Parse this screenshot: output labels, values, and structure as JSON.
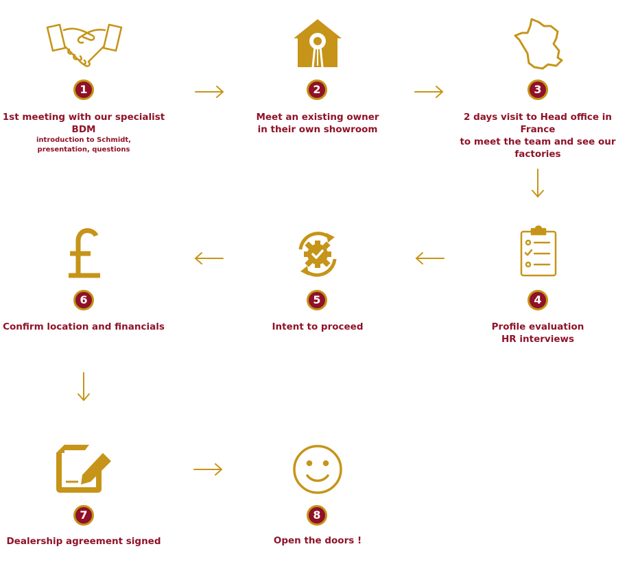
{
  "colors": {
    "gold": "#c69418",
    "maroon": "#8f1228"
  },
  "steps": [
    {
      "number": "1",
      "icon": "handshake-icon",
      "title": "1st meeting with our specialist BDM",
      "subtitle_lines": [
        "introduction to Schmidt,",
        "presentation, questions"
      ]
    },
    {
      "number": "2",
      "icon": "showroom-house-icon",
      "title_lines": [
        "Meet an existing owner",
        "in their own showroom"
      ]
    },
    {
      "number": "3",
      "icon": "france-map-icon",
      "title_lines": [
        "2 days visit to Head office in France",
        "to meet the team and see our",
        "factories"
      ]
    },
    {
      "number": "4",
      "icon": "clipboard-checklist-icon",
      "title_lines": [
        "Profile evaluation",
        "HR interviews"
      ]
    },
    {
      "number": "5",
      "icon": "gear-check-cycle-icon",
      "title": "Intent to proceed"
    },
    {
      "number": "6",
      "icon": "pound-sign-icon",
      "title": "Confirm location and financials"
    },
    {
      "number": "7",
      "icon": "signing-document-icon",
      "title": "Dealership agreement signed"
    },
    {
      "number": "8",
      "icon": "smiley-face-icon",
      "title": "Open the doors !"
    }
  ]
}
